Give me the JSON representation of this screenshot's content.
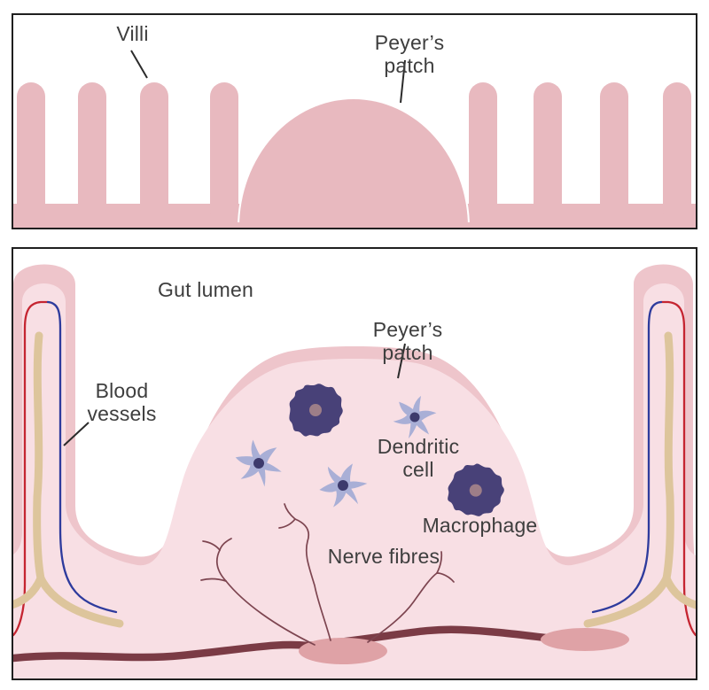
{
  "labels": {
    "villi": "Villi",
    "peyers_patch_top": "Peyer’s patch",
    "gut_lumen": "Gut lumen",
    "peyers_patch_bottom": "Peyer’s patch",
    "blood_vessels": "Blood\nvessels",
    "dendritic_cell": "Dendritic\ncell",
    "macrophage": "Macrophage",
    "nerve_fibres": "Nerve fibres"
  },
  "colors": {
    "villi_pink": "#e8b9bf",
    "tissue_outer": "#eec5cb",
    "tissue_inner": "#f8dfe4",
    "artery_red": "#c52531",
    "vein_blue": "#2e3b9d",
    "lacteal_tan": "#ddc59c",
    "nerve_trunk": "#7b3b45",
    "nerve_fibre": "#7d4550",
    "ganglion": "#dfa2a6",
    "macrophage_body": "#484178",
    "macrophage_nucleus": "#9d7e88",
    "dendritic_body": "#a9afd6",
    "dendritic_nucleus": "#3d3a6c",
    "label_text": "#3e3e3e",
    "leader_line": "#2b2b2b",
    "panel_border": "#1f1f1f"
  }
}
